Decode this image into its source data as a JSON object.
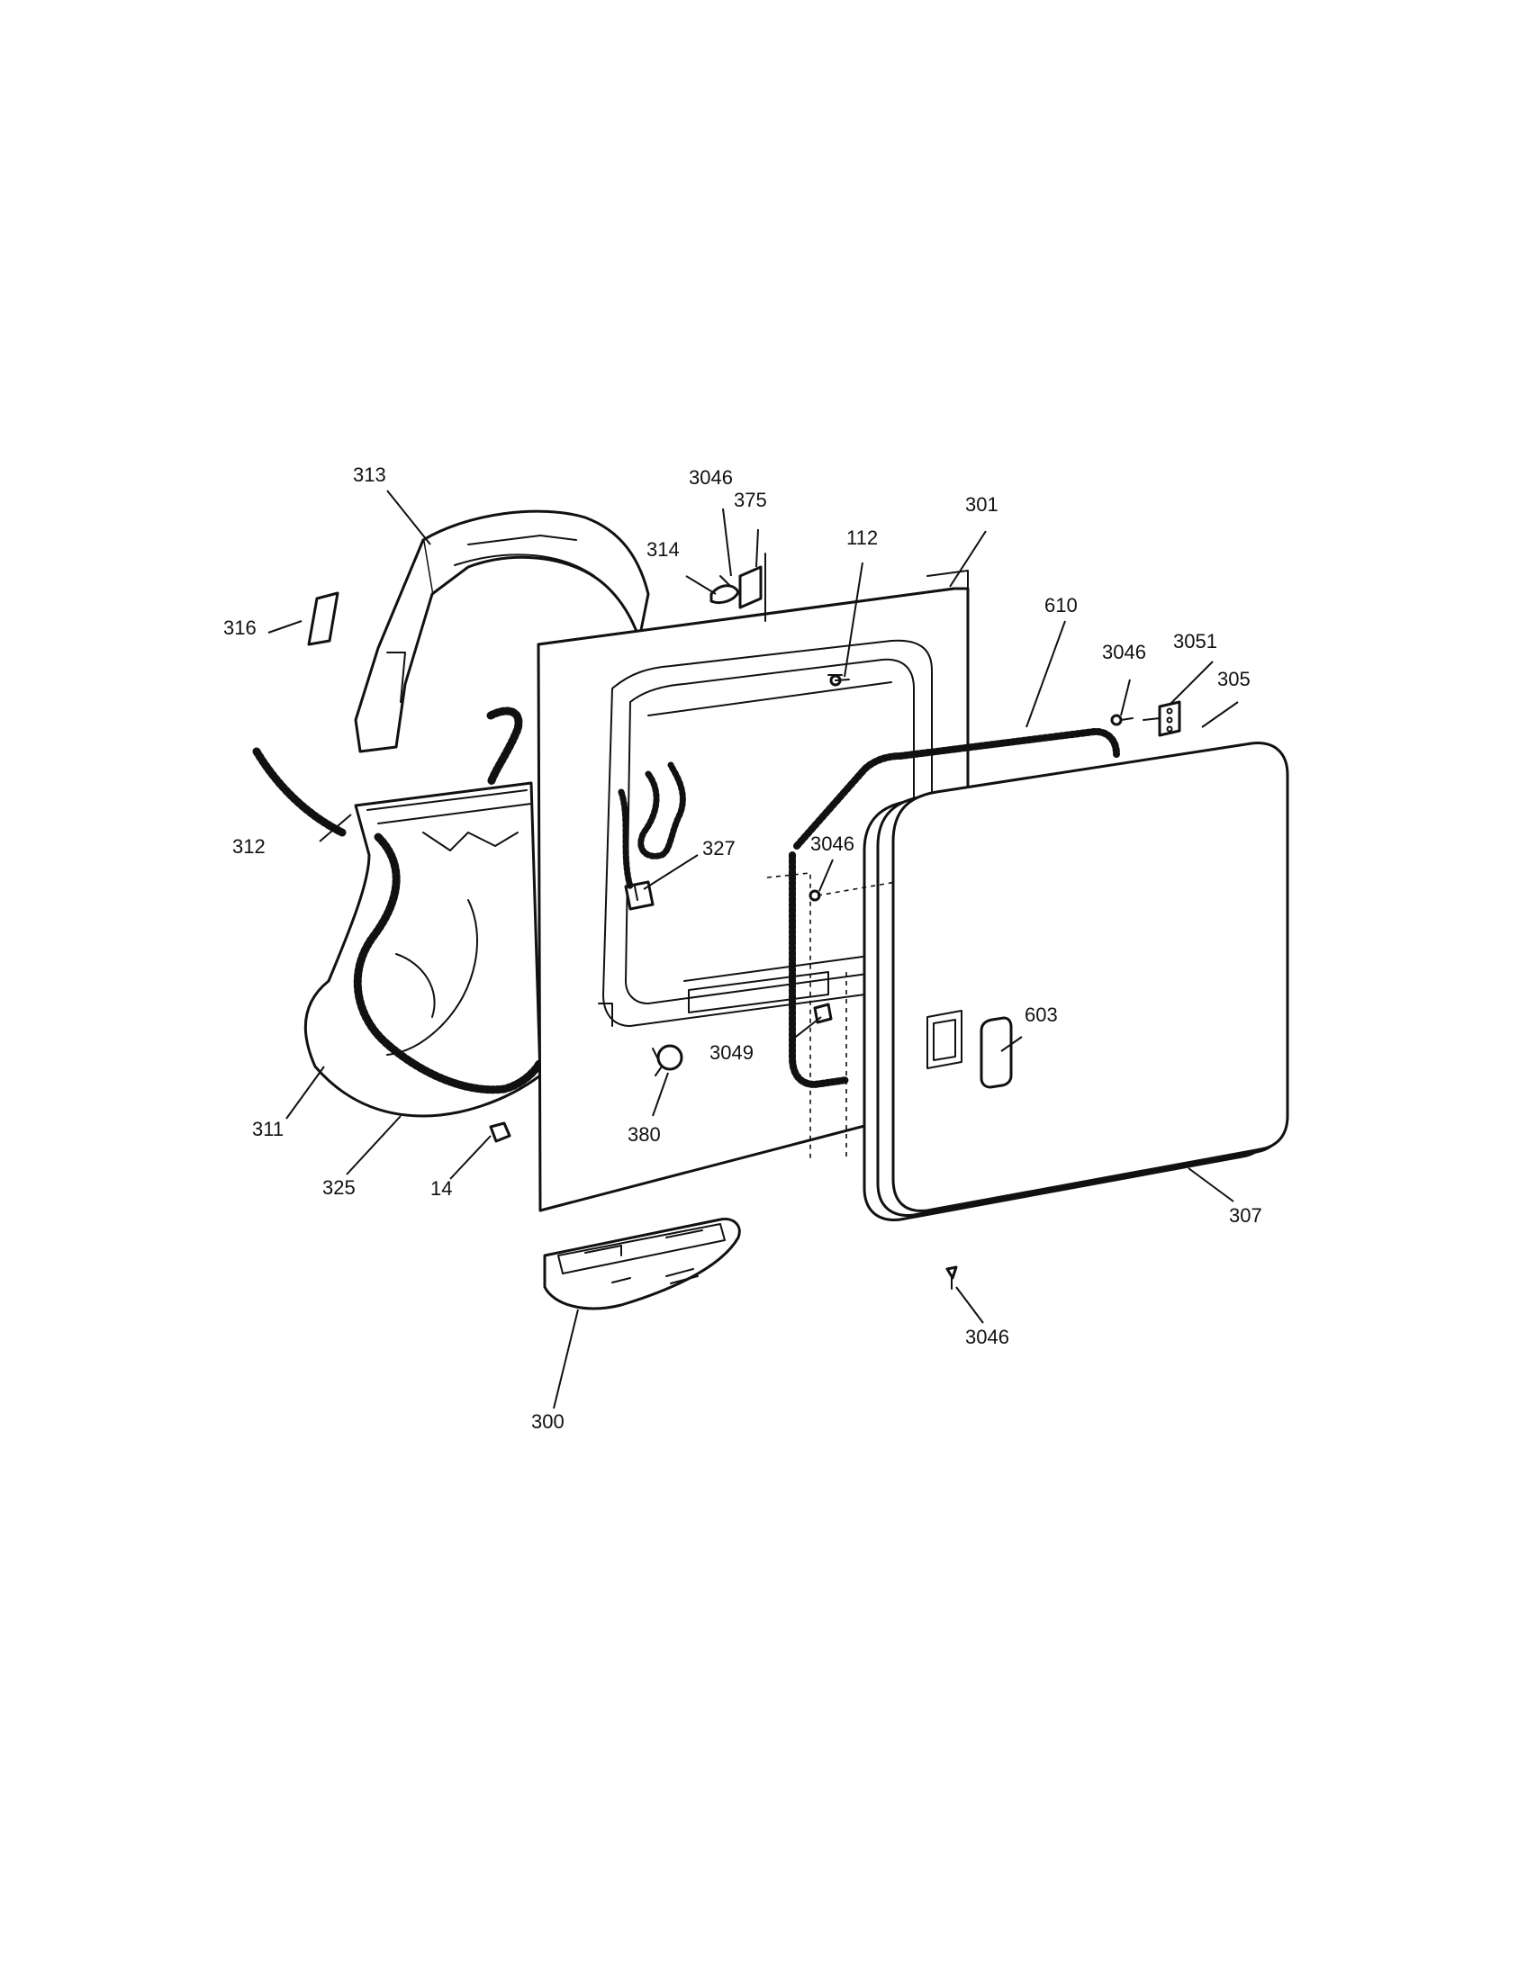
{
  "diagram": {
    "callouts": {
      "c313": "313",
      "c3046_top": "3046",
      "c375": "375",
      "c314": "314",
      "c112": "112",
      "c301": "301",
      "c610": "610",
      "c3046_right": "3046",
      "c3051": "3051",
      "c305": "305",
      "c316": "316",
      "c312": "312",
      "c327": "327",
      "c3046_mid": "3046",
      "c603": "603",
      "c3049": "3049",
      "c380": "380",
      "c311": "311",
      "c325": "325",
      "c14": "14",
      "c307": "307",
      "c3046_bottom": "3046",
      "c300": "300"
    }
  }
}
